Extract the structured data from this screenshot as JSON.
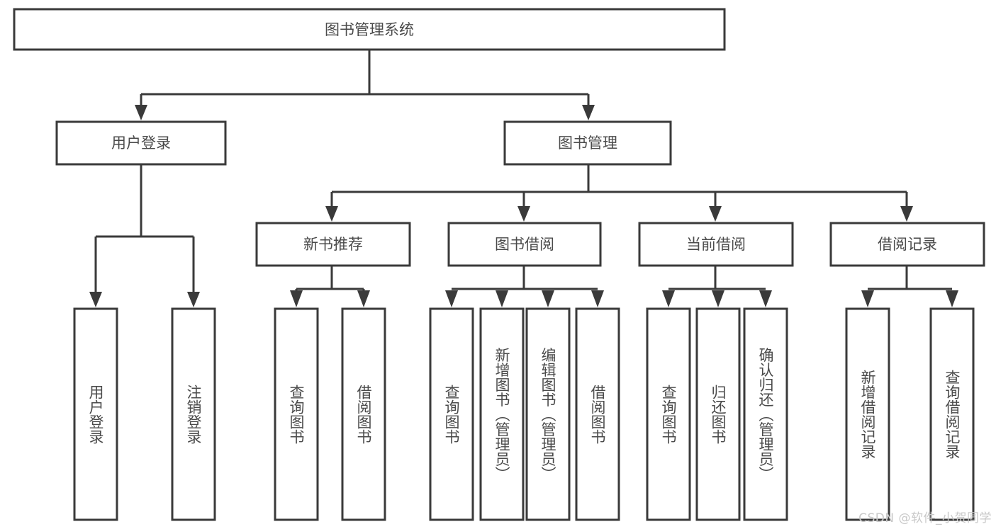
{
  "diagram": {
    "title_node": {
      "label": "图书管理系统"
    },
    "level1": [
      {
        "id": "user-login",
        "label": "用户登录"
      },
      {
        "id": "book-management",
        "label": "图书管理"
      }
    ],
    "level2": [
      {
        "id": "new-book-recommend",
        "label": "新书推荐"
      },
      {
        "id": "book-borrow",
        "label": "图书借阅"
      },
      {
        "id": "current-borrow",
        "label": "当前借阅"
      },
      {
        "id": "borrow-record",
        "label": "借阅记录"
      }
    ],
    "leaves": {
      "user_login": [
        {
          "id": "leaf-user-login",
          "label": "用户登录"
        },
        {
          "id": "leaf-logout-login",
          "label": "注销登录"
        }
      ],
      "new_book_recommend": [
        {
          "id": "leaf-query-book-1",
          "label": "查询图书"
        },
        {
          "id": "leaf-borrow-book-1",
          "label": "借阅图书"
        }
      ],
      "book_borrow": [
        {
          "id": "leaf-query-book-2",
          "label": "查询图书"
        },
        {
          "id": "leaf-add-book-admin",
          "label": "新增图书（管理员）"
        },
        {
          "id": "leaf-edit-book-admin",
          "label": "编辑图书（管理员）"
        },
        {
          "id": "leaf-borrow-book-2",
          "label": "借阅图书"
        }
      ],
      "current_borrow": [
        {
          "id": "leaf-query-book-3",
          "label": "查询图书"
        },
        {
          "id": "leaf-return-book",
          "label": "归还图书"
        },
        {
          "id": "leaf-confirm-return-admin",
          "label": "确认归还（管理员）"
        }
      ],
      "borrow_record": [
        {
          "id": "leaf-add-borrow-record",
          "label": "新增借阅记录"
        },
        {
          "id": "leaf-query-borrow-record",
          "label": "查询借阅记录"
        }
      ]
    },
    "watermark": {
      "text": "CSDN @软件_小贺同学"
    },
    "colors": {
      "box_stroke": "#3a3a3a",
      "box_fill": "#ffffff",
      "text": "#4a4a4a",
      "connector": "#3a3a3a",
      "watermark": "#c9c9c9",
      "background": "#ffffff"
    }
  }
}
